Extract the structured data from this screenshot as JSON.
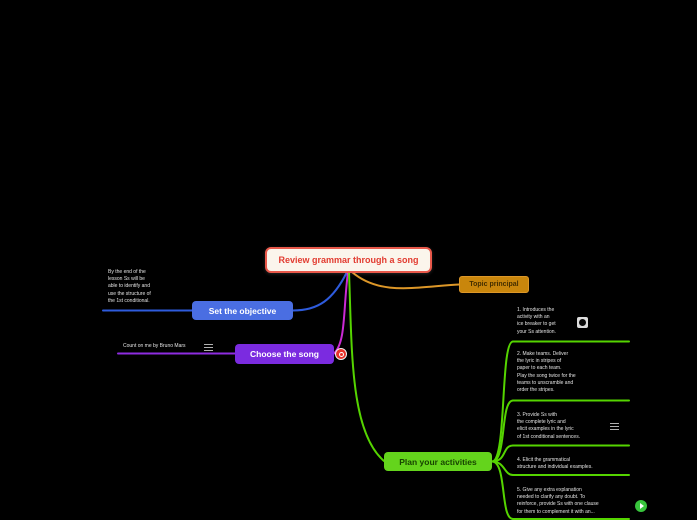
{
  "canvas": {
    "background": "#000000"
  },
  "root": {
    "label": "Review grammar through a song"
  },
  "branches": {
    "topic": {
      "label": "Topic principal"
    },
    "objective": {
      "label": "Set the objective",
      "note": "By the end of the\nlesson Ss will be\nable to identify and\nuse the structure of\nthe 1st conditional."
    },
    "song": {
      "label": "Choose the song",
      "note": "Count on me by Bruno Mars"
    },
    "plan": {
      "label": "Plan your activities",
      "items": [
        {
          "text": "1. Introduces the\nactivity with an\nice breaker to get\nyour Ss attention."
        },
        {
          "text": "2. Make teams. Deliver\nthe lyric in stripes of\npaper to each team.\nPlay the song twice for the\nteams to unscramble and\norder the stripes."
        },
        {
          "text": "3. Provide Ss with\nthe complete lyric and\nelicit examples in the lyric\nof 1st conditional sentences."
        },
        {
          "text": "4. Elicit the grammatical\nstructure and individual examples."
        },
        {
          "text": "5. Give any extra explanation\nneeded to clarify any doubt. To\nreinforce, provide Ss with one clause\nfor them to complement it with an..."
        }
      ]
    }
  },
  "icons": {
    "item1": "image-icon",
    "item3": "notes-icon",
    "item5": "audio-icon",
    "song_note": "notes-icon",
    "song_marker": "priority-icon"
  },
  "colors": {
    "background": "#000000",
    "root_bg": "#fbf5ec",
    "root_text": "#e23b30",
    "root_border": "#e8584a",
    "topic_bg": "#c9860c",
    "topic_text": "#452f00",
    "topic_line": "#dd9728",
    "objective_bg": "#4a6ee2",
    "objective_text": "#ffffff",
    "objective_line": "#2e5bdc",
    "song_bg": "#7b2be0",
    "song_text": "#ffffff",
    "song_line": "#cb2ad4",
    "song_underline": "#8e2ce0",
    "plan_bg": "#64d41c",
    "plan_text": "#174400",
    "plan_line": "#55d400",
    "note_text": "#e3e3e3"
  }
}
